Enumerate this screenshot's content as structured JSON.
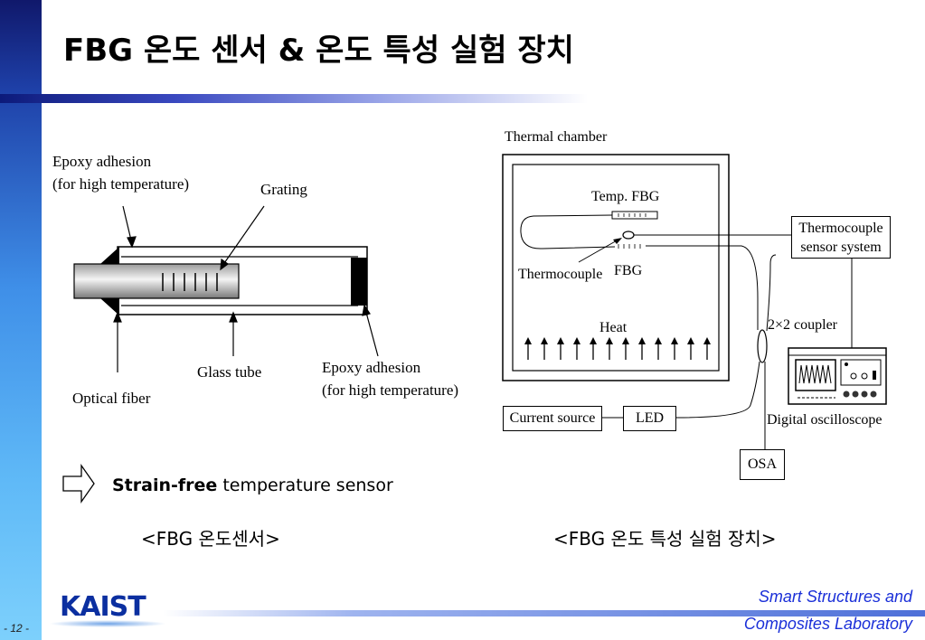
{
  "slide": {
    "title": "FBG 온도 센서 & 온도 특성 실험 장치",
    "page_number": "- 12 -",
    "logo_text": "KAIST",
    "lab_line1": "Smart Structures and",
    "lab_line2": "Composites Laboratory"
  },
  "sensor_diagram": {
    "epoxy_top_line1": "Epoxy adhesion",
    "epoxy_top_line2": "(for high temperature)",
    "grating": "Grating",
    "glass_tube": "Glass tube",
    "optical_fiber": "Optical fiber",
    "epoxy_bottom_line1": "Epoxy adhesion",
    "epoxy_bottom_line2": "(for high temperature)",
    "caption": "<FBG 온도센서>"
  },
  "setup_diagram": {
    "thermal_chamber": "Thermal chamber",
    "temp_fbg": "Temp. FBG",
    "thermocouple": "Thermocouple",
    "fbg": "FBG",
    "heat": "Heat",
    "thermocouple_system_line1": "Thermocouple",
    "thermocouple_system_line2": "sensor system",
    "coupler": "2×2 coupler",
    "digital_oscilloscope": "Digital oscilloscope",
    "current_source": "Current source",
    "led": "LED",
    "osa": "OSA",
    "caption": "<FBG 온도 특성 실험 장치>"
  },
  "note": {
    "bold": "Strain-free",
    "rest": " temperature sensor"
  }
}
